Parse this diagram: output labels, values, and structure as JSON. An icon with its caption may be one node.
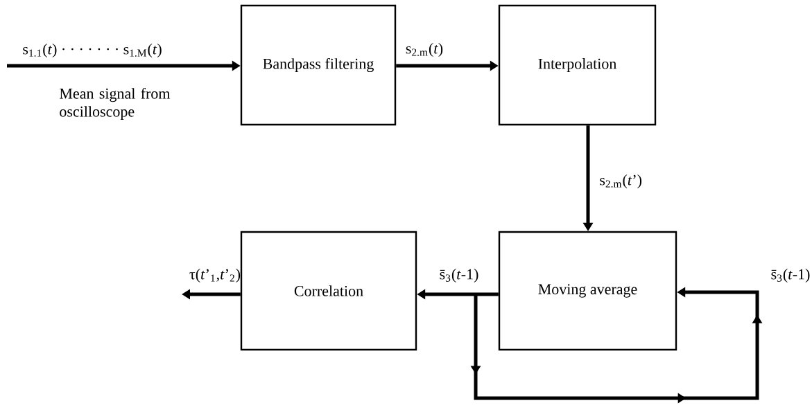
{
  "diagram": {
    "nodes": [
      {
        "text": [
          "Bandpass filtering"
        ]
      },
      {
        "text": [
          "Interpolation"
        ]
      },
      {
        "text": [
          "Correlation"
        ]
      },
      {
        "text": [
          "Moving average"
        ]
      }
    ],
    "edges": [
      {
        "from": null,
        "to": 0,
        "arrow": "to",
        "label": "s$_{1.1}$(*t*) · · · · · · · s$_{1.M}$(*t*)"
      },
      {
        "from": 0,
        "to": 1,
        "arrow": "to",
        "label": "s$_{2.m}$(*t*)"
      },
      {
        "from": 1,
        "to": 3,
        "arrow": "to",
        "label": "s$_{2.m}$(*t*’)"
      },
      {
        "from": 3,
        "to": 2,
        "arrow": "to",
        "label": "s̄$_{3}$(*t*-1)"
      },
      {
        "from": 2,
        "to": null,
        "arrow": "to",
        "label": "τ(*t*’$_{1}$,*t*’$_{2}$)"
      },
      {
        "from": 3,
        "to": 3,
        "arrow": "to",
        "label": "s̄$_{3}$(*t*-1)"
      }
    ],
    "labels": [
      "Mean signal from oscilloscope"
    ]
  }
}
